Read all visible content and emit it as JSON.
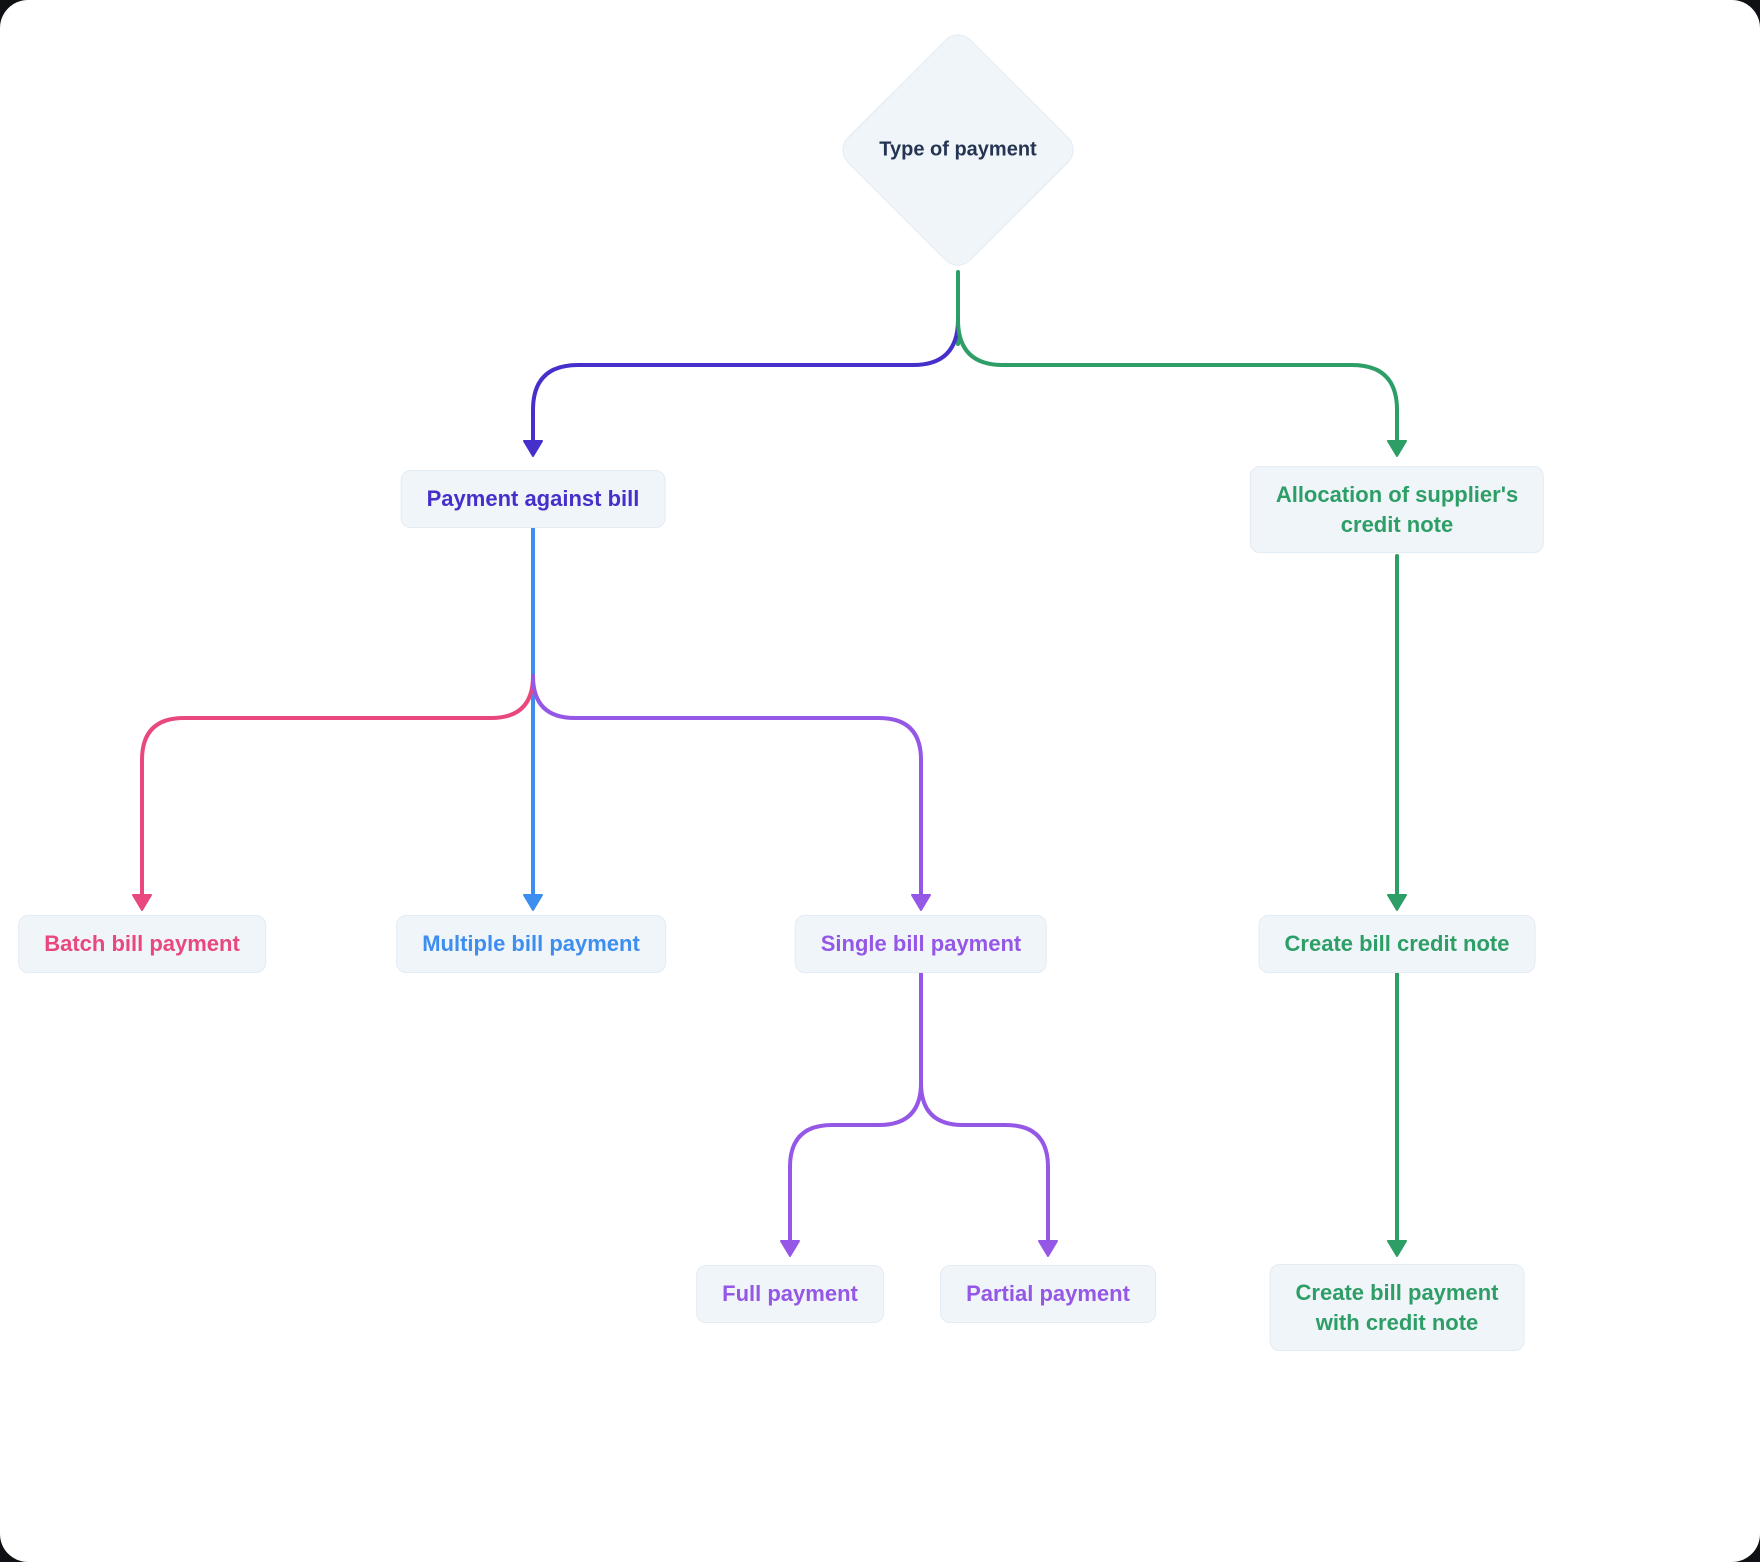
{
  "colors": {
    "indigo": "#4630cb",
    "green": "#2e9e67",
    "pink": "#e8487d",
    "blue": "#3e8ef0",
    "purple": "#9557e6",
    "node-bg": "#f0f5f9",
    "node-border": "#e3ebf3",
    "title-text": "#253452"
  },
  "nodes": {
    "root": {
      "label": "Type of payment"
    },
    "payment_against_bill": {
      "label": "Payment against bill"
    },
    "allocation_credit_note": {
      "label": "Allocation of supplier's\ncredit note"
    },
    "batch_bill_payment": {
      "label": "Batch bill payment"
    },
    "multiple_bill_payment": {
      "label": "Multiple bill payment"
    },
    "single_bill_payment": {
      "label": "Single bill payment"
    },
    "full_payment": {
      "label": "Full payment"
    },
    "partial_payment": {
      "label": "Partial payment"
    },
    "create_bill_credit_note": {
      "label": "Create bill credit note"
    },
    "create_bill_payment_with_credit_note": {
      "label": "Create bill payment\nwith credit note"
    }
  }
}
